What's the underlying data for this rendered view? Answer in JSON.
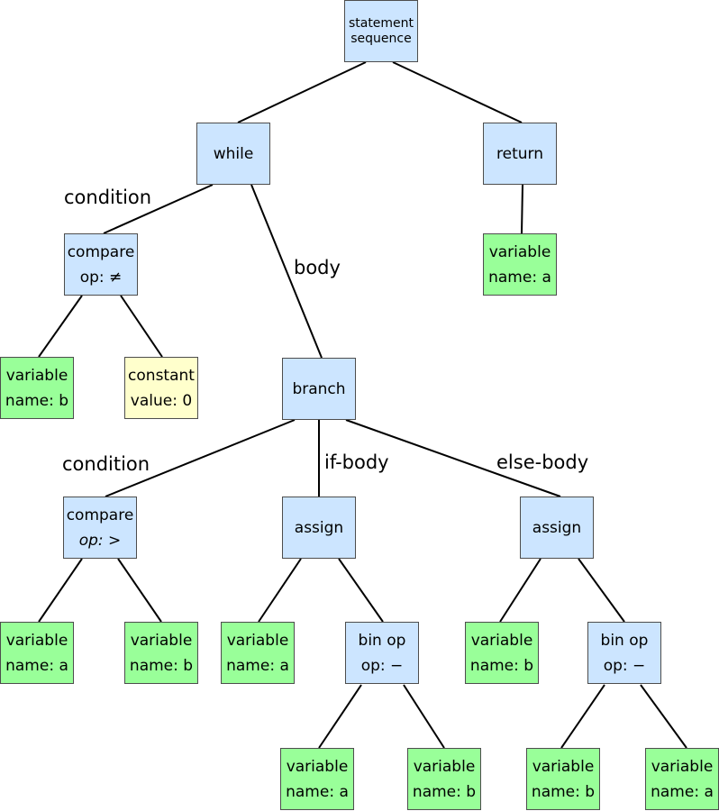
{
  "colors": {
    "statement": "#cce5ff",
    "variable": "#99ff99",
    "constant": "#ffffcc",
    "border": "#4d4d4d",
    "edge": "#000000"
  },
  "nodes": {
    "root": {
      "line1": "statement",
      "line2": "sequence"
    },
    "while": {
      "line1": "while"
    },
    "return": {
      "line1": "return"
    },
    "return_var": {
      "line1": "variable",
      "line2": "name: a"
    },
    "compare1": {
      "line1": "compare",
      "line2": "op: ≠"
    },
    "var_b1": {
      "line1": "variable",
      "line2": "name: b"
    },
    "const0": {
      "line1": "constant",
      "line2": "value: 0"
    },
    "branch": {
      "line1": "branch"
    },
    "compare2": {
      "line1": "compare",
      "line2": "op: >"
    },
    "cmp2_var_a": {
      "line1": "variable",
      "line2": "name: a"
    },
    "cmp2_var_b": {
      "line1": "variable",
      "line2": "name: b"
    },
    "assign1": {
      "line1": "assign"
    },
    "assign1_var_a": {
      "line1": "variable",
      "line2": "name: a"
    },
    "binop1": {
      "line1": "bin op",
      "line2": "op: −"
    },
    "binop1_var_a": {
      "line1": "variable",
      "line2": "name: a"
    },
    "binop1_var_b": {
      "line1": "variable",
      "line2": "name: b"
    },
    "assign2": {
      "line1": "assign"
    },
    "assign2_var_b": {
      "line1": "variable",
      "line2": "name: b"
    },
    "binop2": {
      "line1": "bin op",
      "line2": "op: −"
    },
    "binop2_var_b": {
      "line1": "variable",
      "line2": "name: b"
    },
    "binop2_var_a": {
      "line1": "variable",
      "line2": "name: a"
    }
  },
  "edge_labels": {
    "while_condition": "condition",
    "while_body": "body",
    "branch_condition": "condition",
    "branch_if_body": "if-body",
    "branch_else_body": "else-body"
  }
}
